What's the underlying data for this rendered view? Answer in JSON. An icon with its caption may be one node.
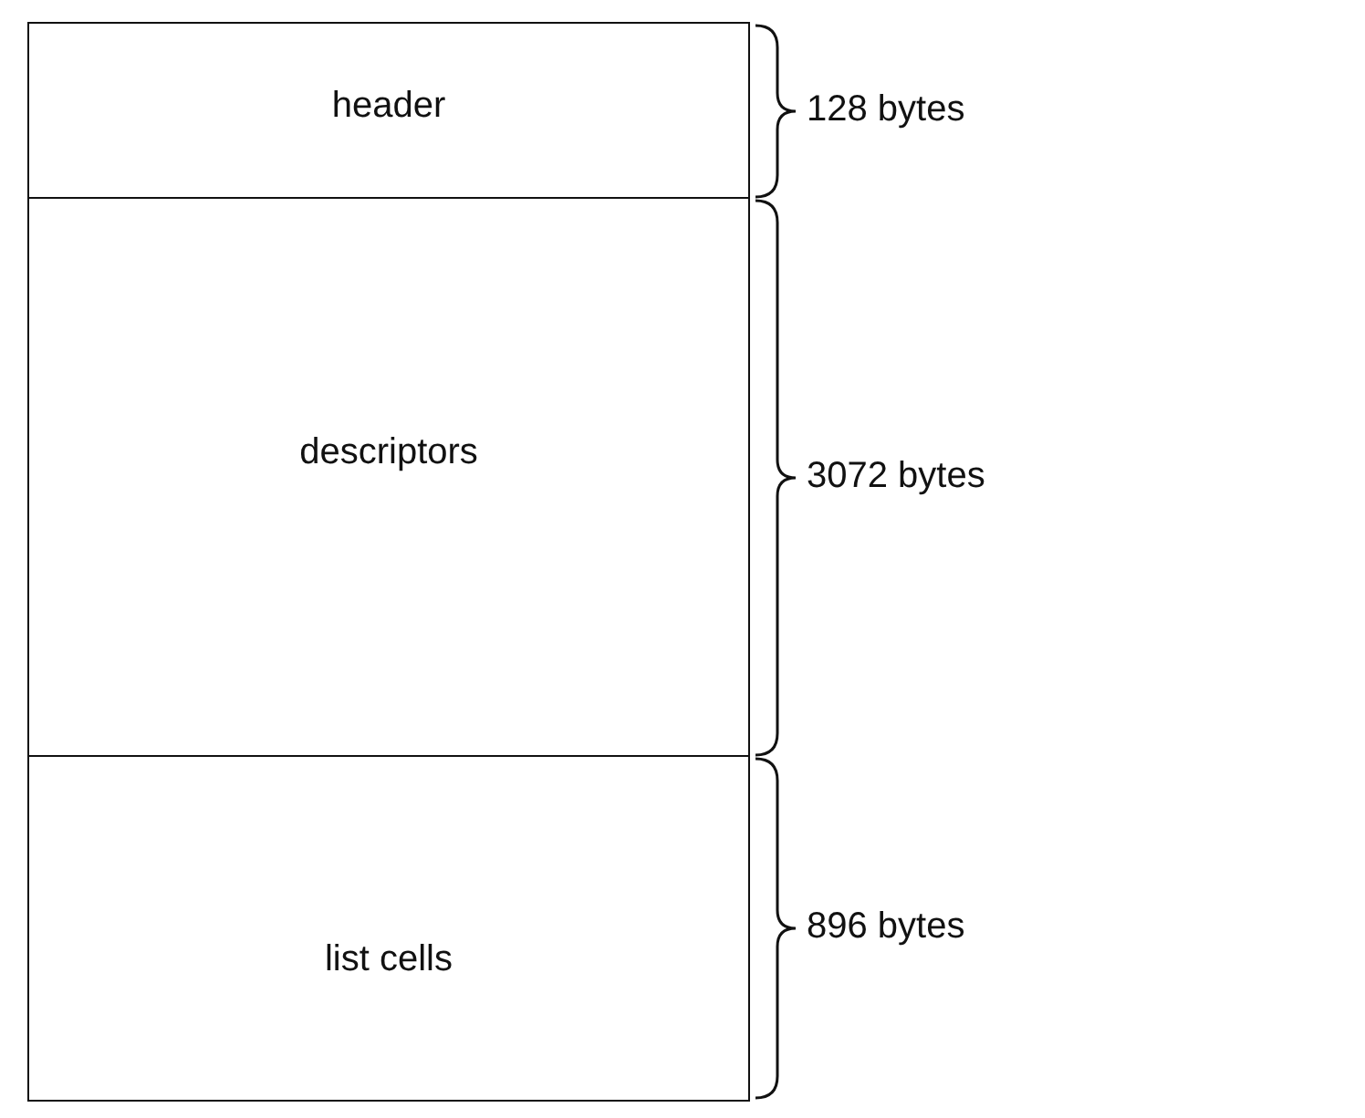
{
  "diagram": {
    "nodes": [
      {
        "text": [
          "header"
        ],
        "beside": [
          "128 bytes"
        ]
      },
      {
        "text": [
          "descriptors"
        ],
        "beside": [
          "3072 bytes"
        ]
      },
      {
        "text": [
          "list cells"
        ],
        "beside": [
          "896 bytes"
        ]
      }
    ]
  }
}
